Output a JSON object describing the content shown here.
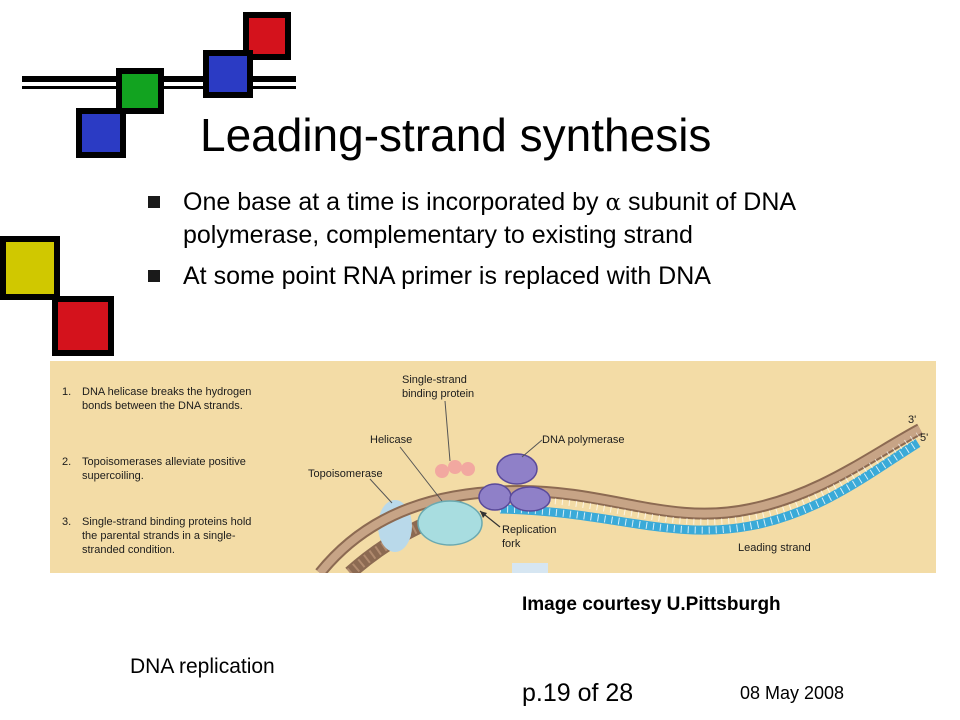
{
  "slide": {
    "title": "Leading-strand synthesis",
    "bullets": [
      {
        "before": "One base at a time is incorporated by ",
        "symbol": "α",
        "after": " subunit of DNA polymerase, complementary to existing strand"
      },
      {
        "before": "At some point RNA primer is replaced with DNA",
        "symbol": "",
        "after": ""
      }
    ],
    "caption": "Image courtesy U.Pittsburgh",
    "footer": {
      "topic": "DNA replication",
      "page": "p.19 of 28",
      "date": "08 May 2008"
    }
  },
  "figure": {
    "steps": [
      [
        "1.",
        "DNA helicase breaks the hydrogen",
        "bonds between the DNA strands."
      ],
      [
        "2.",
        "Topoisomerases alleviate positive",
        "supercoiling."
      ],
      [
        "3.",
        "Single-strand binding proteins hold",
        "the parental strands in a single-",
        "stranded condition."
      ]
    ],
    "labels": {
      "ssb_line1": "Single-strand",
      "ssb_line2": "binding protein",
      "helicase": "Helicase",
      "dna_polymerase": "DNA polymerase",
      "topoisomerase": "Topoisomerase",
      "fork_line1": "Replication",
      "fork_line2": "fork",
      "leading_strand": "Leading strand",
      "end_3": "3'",
      "end_5": "5'"
    }
  },
  "colors": {
    "square_red": "#d4121c",
    "square_blue": "#2b3bc4",
    "square_green": "#12a320",
    "square_yellow": "#d0c800",
    "figure_background": "#f3dca6",
    "parental_strand": "#b08a6e",
    "leading_strand": "#3aaad8",
    "polymerase": "#8f80c8",
    "helicase": "#a8dde0"
  }
}
